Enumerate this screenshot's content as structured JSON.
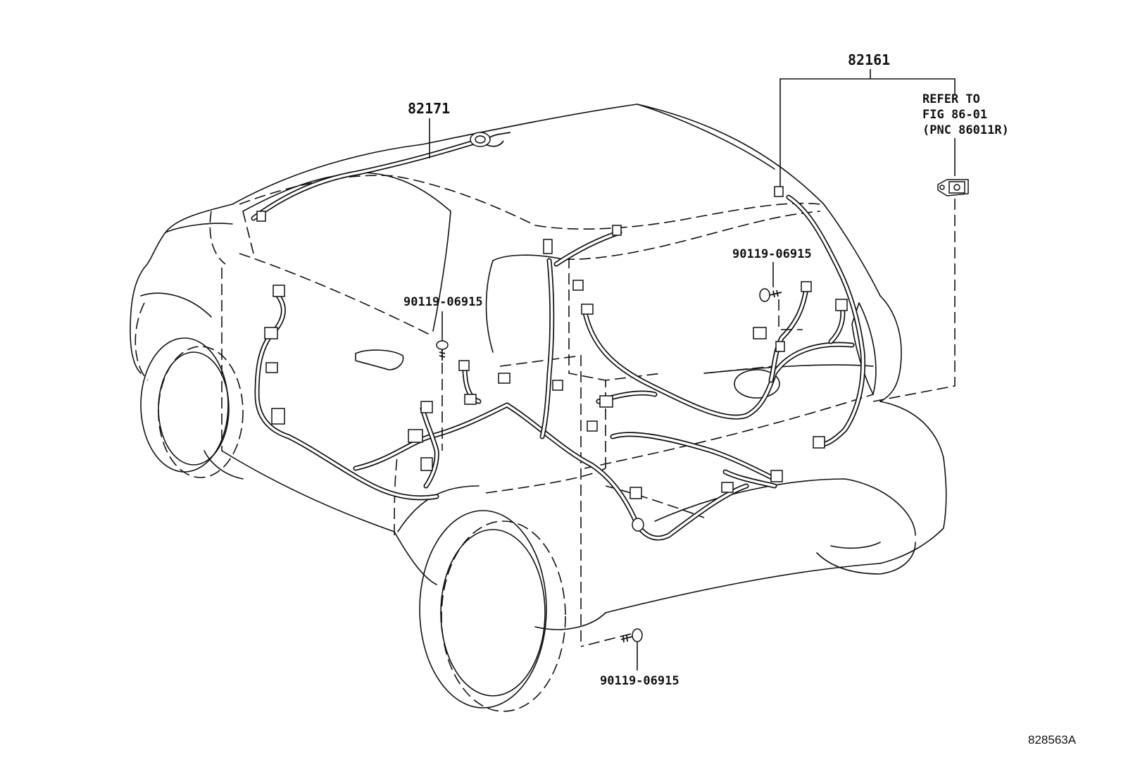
{
  "callouts": {
    "roof_harness": "82171",
    "rear_harness": "82161",
    "bolt_center": "90119-06915",
    "bolt_right": "90119-06915",
    "bolt_bottom": "90119-06915"
  },
  "refer_note": {
    "line1": "REFER TO",
    "line2": "FIG 86-01",
    "line3": "(PNC 86011R)"
  },
  "figure_id": "828563A"
}
